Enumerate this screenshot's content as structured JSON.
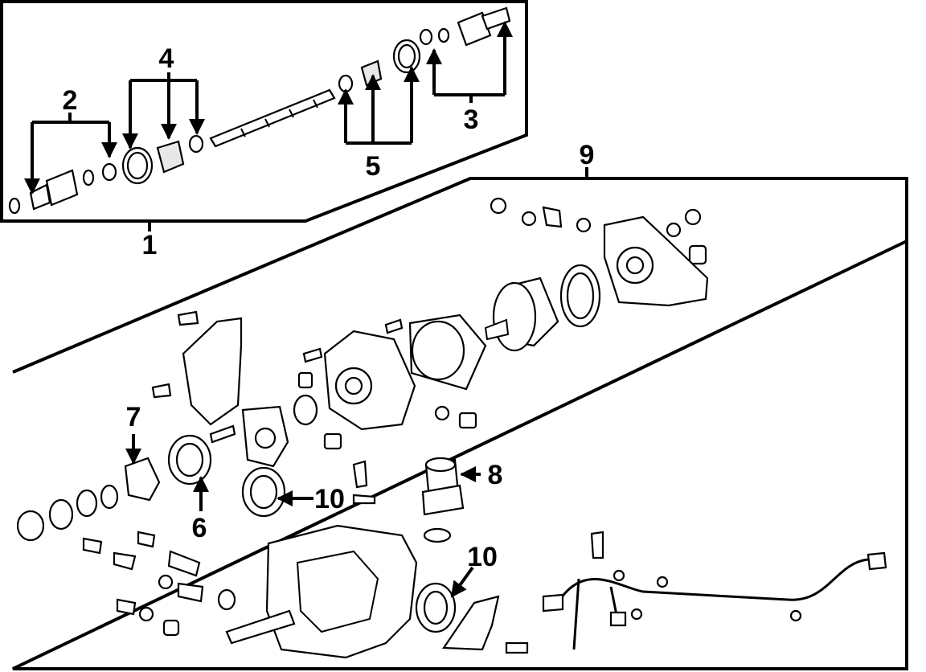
{
  "callouts": {
    "c1": "1",
    "c2": "2",
    "c3": "3",
    "c4": "4",
    "c5": "5",
    "c6": "6",
    "c7": "7",
    "c8": "8",
    "c9": "9",
    "c10a": "10",
    "c10b": "10"
  },
  "colors": {
    "ink": "#000000",
    "paper": "#ffffff"
  }
}
